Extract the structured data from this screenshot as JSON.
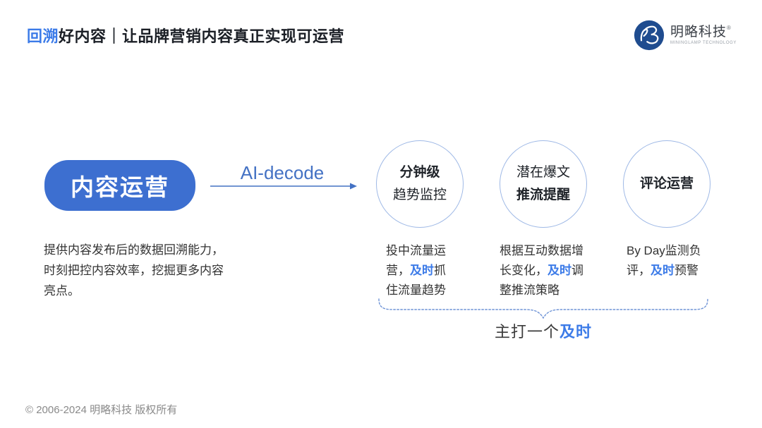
{
  "header": {
    "title": {
      "highlight": "回溯",
      "rest": "好内容｜让品牌营销内容真正实现可运营"
    },
    "logo": {
      "name": "明略科技",
      "registered": "®",
      "subtitle": "MININGLAMP TECHNOLOGY"
    }
  },
  "flow": {
    "source": {
      "label": "内容运营",
      "description": "提供内容发布后的数据回溯能力，时刻把控内容效率，挖掘更多内容亮点。"
    },
    "arrow_label": "AI-decode",
    "nodes": [
      {
        "title_top": "分钟级",
        "title_bottom": "趋势监控",
        "caption_pre": "投中流量运营，",
        "caption_em": "及时",
        "caption_post": "抓住流量趋势"
      },
      {
        "title_top": "潜在爆文",
        "title_bottom": "推流提醒",
        "caption_pre": "根据互动数据增长变化，",
        "caption_em": "及时",
        "caption_post": "调整推流策略"
      },
      {
        "title_top": "评论运营",
        "caption_pre": "By Day监测负评，",
        "caption_em": "及时",
        "caption_post": "预警"
      }
    ],
    "takeaway": {
      "pre": "主打一个",
      "em": "及时"
    }
  },
  "footer": {
    "copyright": "© 2006-2024 明略科技 版权所有"
  },
  "colors": {
    "accent_blue": "#3c7be8",
    "button_blue": "#3d6fd0",
    "arrow_blue": "#4472c4",
    "circle_border_blue": "#9fb9e6",
    "brace_blue": "#6e93d6",
    "logo_navy": "#1f4c8f",
    "text_dark": "#1b1f26",
    "text_body": "#333333",
    "footer_gray": "#8a8a8a"
  }
}
